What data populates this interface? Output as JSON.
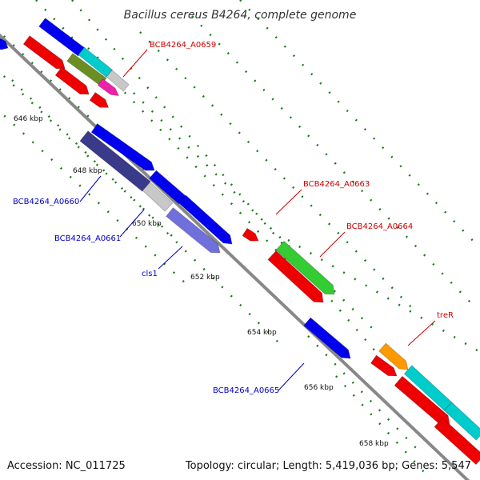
{
  "title": "Bacillus cereus B4264, complete genome",
  "footer": {
    "accession": "Accession: NC_011725",
    "summary": "Topology: circular; Length: 5,419,036 bp; Genes: 5,547"
  },
  "colors": {
    "backbone": "#888888",
    "tick": "#1a7a1a",
    "label_red": "#cc0000",
    "label_blue": "#0000cc",
    "gene_blue": "#0000ee",
    "gene_red": "#ee0000",
    "gene_navy": "#3a3a8a",
    "gene_lavender": "#7070dd",
    "gene_gray": "#c8c8c8",
    "gene_green": "#33cc33",
    "gene_olive": "#6b8e23",
    "gene_cyan": "#00cccc",
    "gene_orange": "#ff9900",
    "gene_magenta": "#ee22aa"
  },
  "kbp_labels": [
    "646 kbp",
    "648 kbp",
    "650 kbp",
    "652 kbp",
    "654 kbp",
    "656 kbp",
    "658 kbp"
  ],
  "gene_labels": [
    {
      "text": "BCB4264_A0659",
      "color": "label_red"
    },
    {
      "text": "BCB4264_A0660",
      "color": "label_blue"
    },
    {
      "text": "BCB4264_A0661",
      "color": "label_blue"
    },
    {
      "text": "cls1",
      "color": "label_blue"
    },
    {
      "text": "BCB4264_A0663",
      "color": "label_red"
    },
    {
      "text": "BCB4264_A0664",
      "color": "label_red"
    },
    {
      "text": "treR",
      "color": "label_red"
    },
    {
      "text": "BCB4264_A0665",
      "color": "label_blue"
    }
  ]
}
